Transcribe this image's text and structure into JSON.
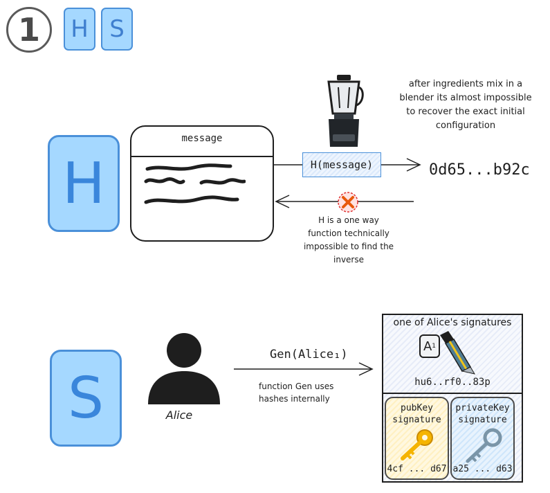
{
  "header": {
    "step_number": "1",
    "chips": [
      "H",
      "S"
    ]
  },
  "hash_section": {
    "tile_letter": "H",
    "message_title": "message",
    "hash_function_label": "H(message)",
    "hash_output": "0d65...b92c",
    "blender_note": [
      "after ingredients mix in a",
      "blender its almost impossible",
      "to recover the exact initial",
      "configuration"
    ],
    "one_way_note": [
      "H is a one way",
      "function technically",
      "impossible to find the",
      "inverse"
    ]
  },
  "signature_section": {
    "tile_letter": "S",
    "person_label": "Alice",
    "gen_label": "Gen(Alice₁)",
    "gen_note": [
      "function Gen uses",
      "hashes internally"
    ],
    "signature_box_title": "one of Alice's signatures",
    "doc_badge_letter": "A",
    "doc_badge_subscript": "1",
    "signature_value": "hu6..rf0..83p",
    "pub_card": {
      "title": [
        "pubKey",
        "signature"
      ],
      "value": "4cf ... d67"
    },
    "priv_card": {
      "title": [
        "privateKey",
        "signature"
      ],
      "value": "a25 ... d63"
    }
  },
  "colors": {
    "tile_fill": "#a5d8ff",
    "tile_stroke": "#4a90d9",
    "pub_fill": "#fff0c2",
    "priv_fill": "#cfe6fb",
    "x_mark": "#e8590c"
  }
}
